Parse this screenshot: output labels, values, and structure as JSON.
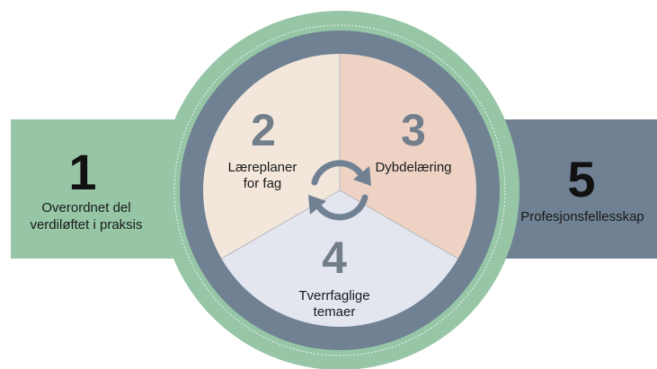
{
  "left_panel": {
    "number": "1",
    "label_line1": "Overordnet del",
    "label_line2": "verdiløftet i praksis"
  },
  "right_panel": {
    "number": "5",
    "label": "Profesjonsfellesskap"
  },
  "segments": [
    {
      "number": "2",
      "label_line1": "Læreplaner",
      "label_line2": "for fag"
    },
    {
      "number": "3",
      "label_line1": "Dybdelæring",
      "label_line2": ""
    },
    {
      "number": "4",
      "label_line1": "Tverrfaglige",
      "label_line2": "temaer"
    }
  ],
  "center_icon": "cycle-arrows-icon",
  "colors": {
    "outer_ring": "#96c6a6",
    "slate_ring": "#6f8193",
    "segment_2": "#f3e7db",
    "segment_3": "#eed3c5",
    "segment_4": "#e3e5ef",
    "left_band": "#96c6a6",
    "right_band": "#6f8193",
    "segment_number": "#737e8b"
  }
}
